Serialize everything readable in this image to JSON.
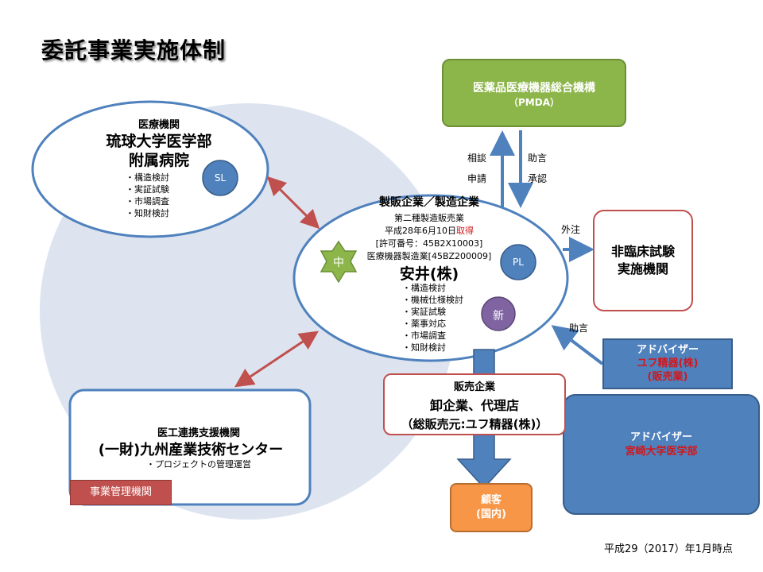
{
  "title": "委託事業実施体制",
  "medical": {
    "category": "医療機関",
    "name_line1": "琉球大学医学部",
    "name_line2": "附属病院",
    "items": [
      "構造検討",
      "実証試験",
      "市場調査",
      "知財検討"
    ],
    "badge": "SL"
  },
  "maker": {
    "category": "製販企業／製造企業",
    "line1": "第二種製造販売業",
    "line2_prefix": "平成28年6月10日",
    "line2_suffix": "取得",
    "line3": "[許可番号：45B2X10003]",
    "line4": "医療機器製造業[45BZ200009]",
    "name": "安井(株)",
    "items": [
      "構造検討",
      "機械仕様検討",
      "実証試験",
      "薬事対応",
      "市場調査",
      "知財検討"
    ],
    "badge_pl": "PL",
    "badge_new": "新",
    "badge_mid": "中"
  },
  "support": {
    "category": "医工連携支援機関",
    "name": "(一財)九州産業技術センター",
    "sub": "・プロジェクトの管理運営",
    "tag": "事業管理機関"
  },
  "pmda": {
    "name": "医薬品医療機器総合機構",
    "abbr": "（PMDA）"
  },
  "arrows": {
    "consult": "相談",
    "apply": "申請",
    "advise": "助言",
    "approve": "承認",
    "outsource": "外注",
    "advice2": "助言"
  },
  "nonclinical": {
    "line1": "非臨床試験",
    "line2": "実施機関"
  },
  "advisor1": {
    "label": "アドバイザー",
    "name": "ユフ精器(株)",
    "role": "(販売業)"
  },
  "advisor2": {
    "label": "アドバイザー",
    "name": "宮崎大学医学部"
  },
  "sales": {
    "category": "販売企業",
    "name": "卸企業、代理店",
    "sub": "（総販売元:ユフ精器(株)）"
  },
  "customer": {
    "line1": "顧客",
    "line2": "(国内)"
  },
  "date_note": "平成29（2017）年1月時点",
  "colors": {
    "blue": "#4f81bd",
    "dark_blue": "#385d8a",
    "green": "#8cb54a",
    "red": "#c0504d",
    "orange": "#f79646",
    "purple": "#8064a2",
    "light_blue_bg": "#dde4f0"
  }
}
